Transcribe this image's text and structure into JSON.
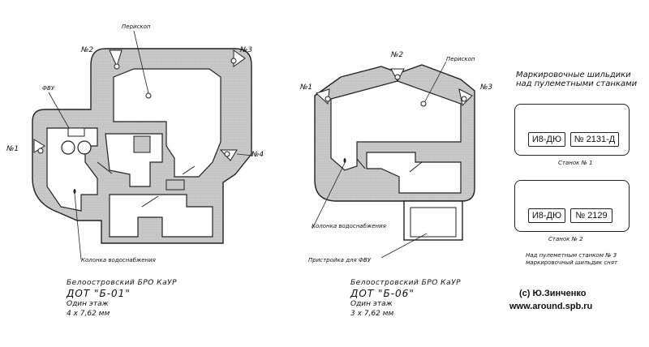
{
  "dot_b01": {
    "labels": {
      "n1": "№1",
      "n2": "№2",
      "n3": "№3",
      "n4": "№4",
      "periscope": "Перископ",
      "fvu": "ФВУ",
      "water_column": "Колонка водоснабжения"
    },
    "caption": {
      "region": "Белоостровский БРО  КаУР",
      "title": "ДОТ  \"Б-01\"",
      "floors": "Один этаж",
      "armament": "4 x 7,62 мм"
    }
  },
  "dot_b06": {
    "labels": {
      "n1": "№1",
      "n2": "№2",
      "n3": "№3",
      "periscope": "Перископ",
      "water_column": "Колонка водоснабжения",
      "fvu_annex": "Пристройка для ФВУ"
    },
    "caption": {
      "region": "Белоостровский БРО  КаУР",
      "title": "ДОТ  \"Б-06\"",
      "floors": "Один этаж",
      "armament": "3 x 7,62 мм"
    }
  },
  "plates": {
    "heading_line1": "Маркировочные шильдики",
    "heading_line2": "над пулеметными станками",
    "plate1": {
      "left": "И8-ДЮ",
      "right": "№ 2131-Д",
      "caption": "Станок  № 1"
    },
    "plate2": {
      "left": "И8-ДЮ",
      "right": "№ 2129",
      "caption": "Станок  № 2"
    },
    "note_line1": "Над пулеметным станком  № 3",
    "note_line2": "маркировочный шильдик снят"
  },
  "credit": {
    "author": "(с) Ю.Зинченко",
    "site": "www.around.spb.ru"
  }
}
